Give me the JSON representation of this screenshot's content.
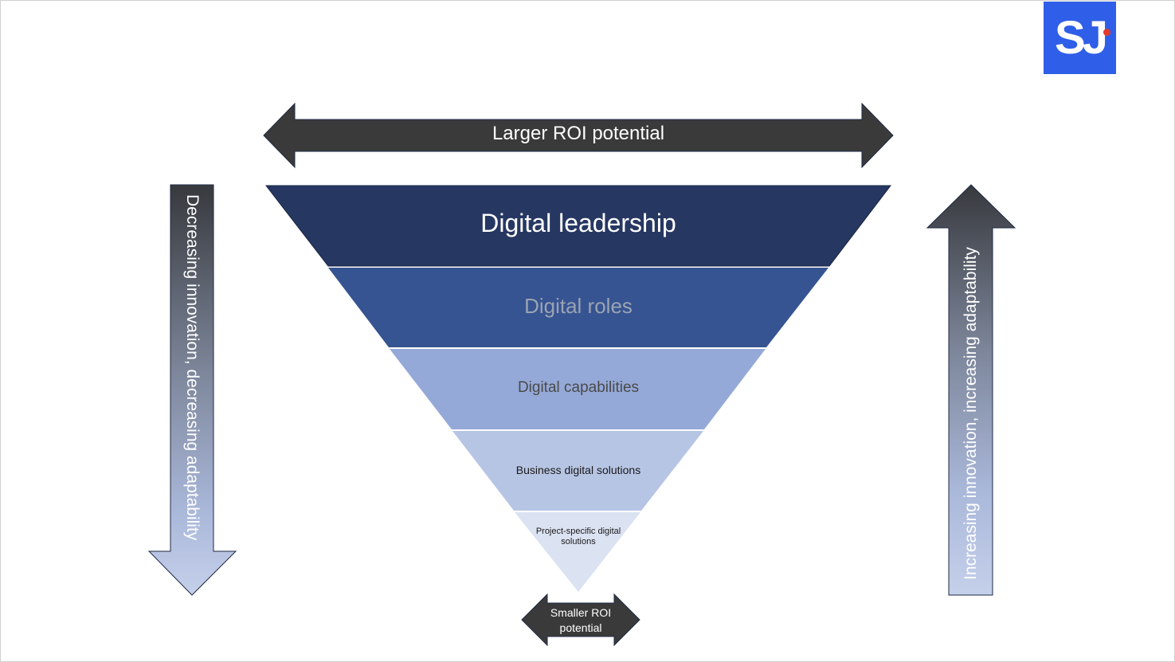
{
  "logo": {
    "text": "SJ",
    "bg_color": "#2f5fe8",
    "dot_color": "#e23a2e"
  },
  "top_arrow": {
    "label": "Larger ROI potential",
    "color": "#3a3a3a"
  },
  "bottom_arrow": {
    "label_line1": "Smaller ROI",
    "label_line2": "potential",
    "color": "#3a3a3a"
  },
  "left_arrow": {
    "label": "Decreasing innovation, decreasing adaptability",
    "direction": "down"
  },
  "right_arrow": {
    "label": "Increasing innovation, increasing adaptability",
    "direction": "up"
  },
  "pyramid": {
    "layers": [
      {
        "label": "Digital leadership",
        "color": "#263762",
        "text_color": "#ffffff"
      },
      {
        "label": "Digital roles",
        "color": "#365491",
        "text_color": "#9aa3b3"
      },
      {
        "label": "Digital capabilities",
        "color": "#95a9d8",
        "text_color": "#4a4a4a"
      },
      {
        "label": "Business digital solutions",
        "color": "#b7c5e4",
        "text_color": "#1a1a1a"
      },
      {
        "label_line1": "Project-specific digital",
        "label_line2": "solutions",
        "color": "#dbe2f2",
        "text_color": "#1a1a1a"
      }
    ]
  }
}
